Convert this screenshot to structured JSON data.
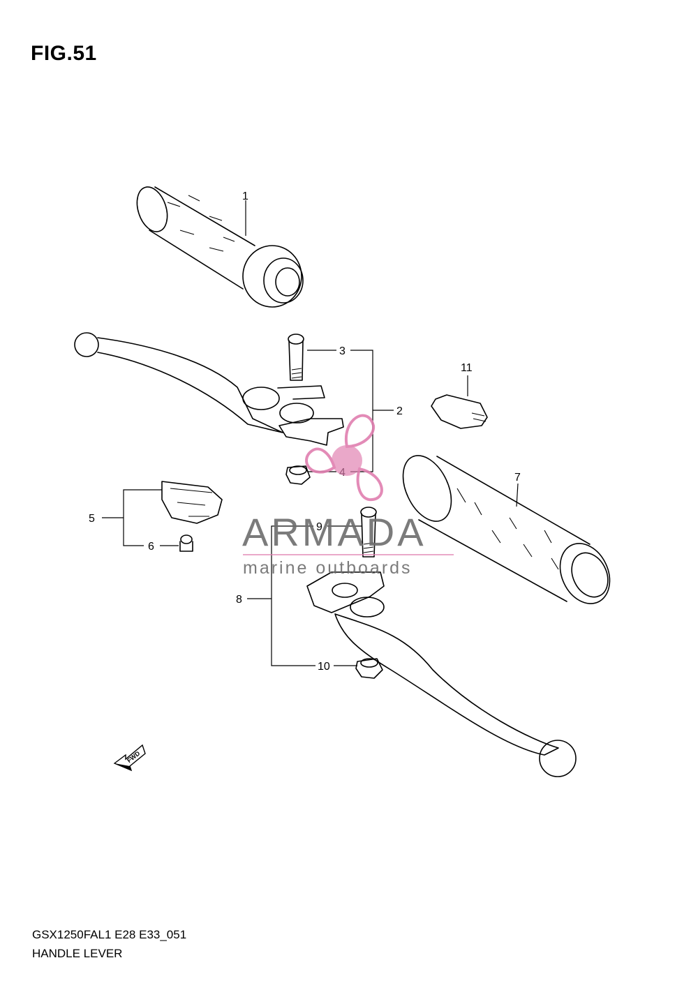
{
  "figure": {
    "title": "FIG.51",
    "model_code": "GSX1250FAL1 E28 E33_051",
    "name": "HANDLE LEVER"
  },
  "callouts": [
    {
      "id": "1",
      "label": "1"
    },
    {
      "id": "2",
      "label": "2"
    },
    {
      "id": "3",
      "label": "3"
    },
    {
      "id": "4",
      "label": "4"
    },
    {
      "id": "5",
      "label": "5"
    },
    {
      "id": "6",
      "label": "6"
    },
    {
      "id": "7",
      "label": "7"
    },
    {
      "id": "8",
      "label": "8"
    },
    {
      "id": "9",
      "label": "9"
    },
    {
      "id": "10",
      "label": "10"
    },
    {
      "id": "11",
      "label": "11"
    }
  ],
  "direction_marker": {
    "label": "FWD",
    "icon": "forward-arrow-icon"
  },
  "watermark": {
    "brand": "ARMADA",
    "tagline": "marine outboards",
    "logo_icon": "propeller-logo-icon",
    "color_primary": "#6d6d6d",
    "color_accent": "#e07fb0"
  }
}
